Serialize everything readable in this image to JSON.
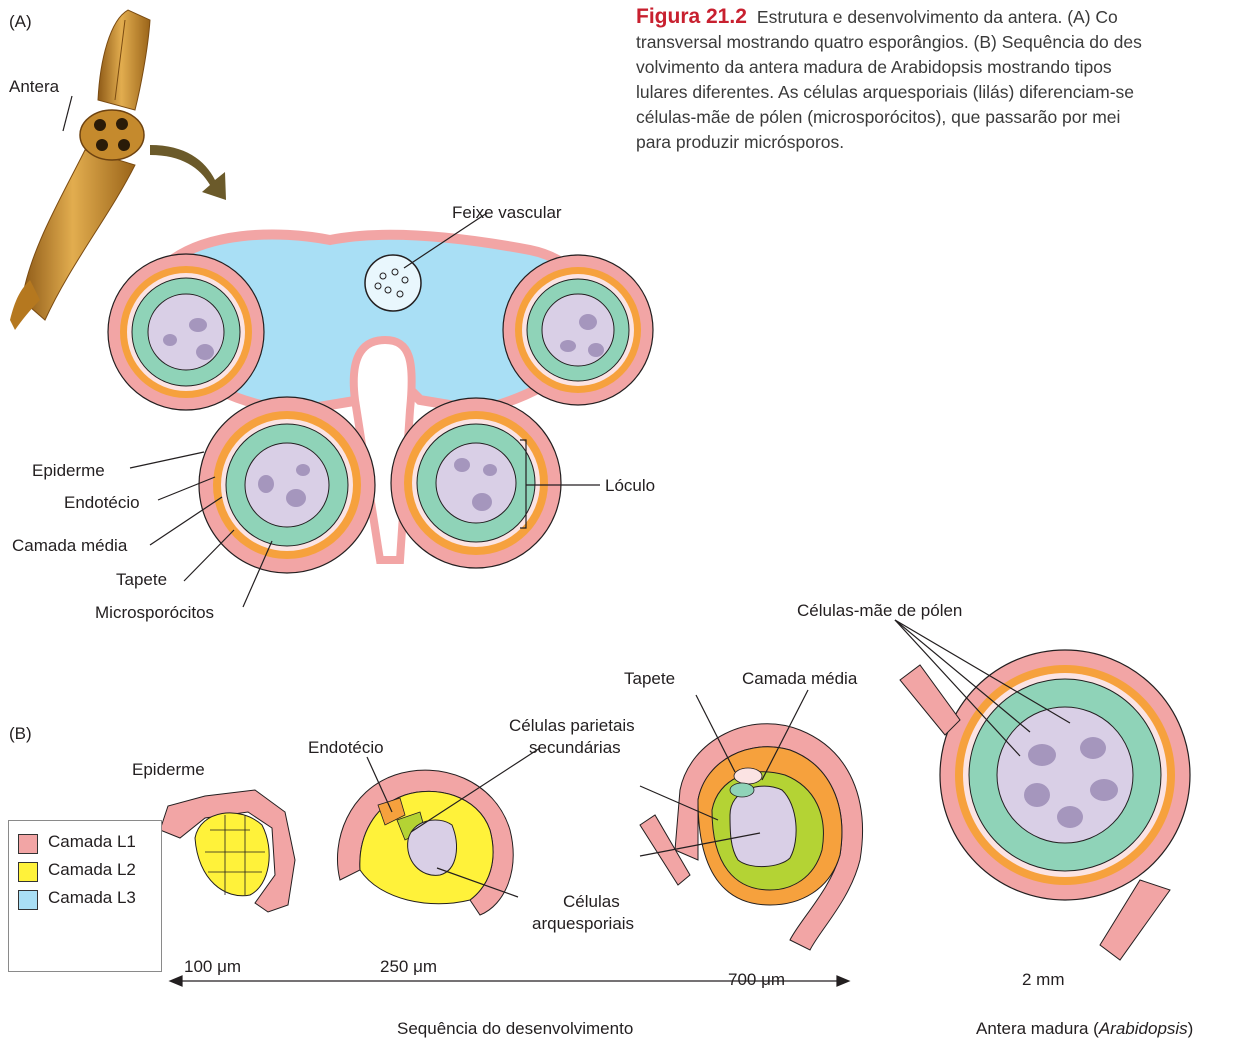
{
  "panels": {
    "a": "(A)",
    "b": "(B)"
  },
  "caption": {
    "figure": "Figura 21.2",
    "lines": [
      "Estrutura e desenvolvimento da antera. (A) Co",
      "transversal mostrando quatro esporângios. (B) Sequência do des",
      "volvimento da antera madura de Arabidopsis mostrando tipos",
      "lulares diferentes. As células arquesporiais (lilás) diferenciam-se",
      "células-mãe de pólen (microsporócitos), que passarão por mei",
      "para produzir micrósporos."
    ]
  },
  "panel_a": {
    "antera": "Antera",
    "feixe_vascular": "Feixe vascular",
    "epiderme": "Epiderme",
    "endotecio": "Endotécio",
    "camada_media": "Camada média",
    "tapete": "Tapete",
    "microsporocitos": "Microsporócitos",
    "loculo": "Lóculo"
  },
  "panel_b": {
    "epiderme": "Epiderme",
    "endotecio": "Endotécio",
    "parietais_1": "Células parietais",
    "parietais_2": "secundárias",
    "arquesporiais_1": "Células",
    "arquesporiais_2": "arquesporiais",
    "tapete": "Tapete",
    "camada_media": "Camada média",
    "celulas_mae": "Células-mãe de pólen",
    "scale_100": "100 μm",
    "scale_250": "250 μm",
    "scale_700": "700 μm",
    "scale_2mm": "2 mm",
    "sequence": "Sequência do desenvolvimento",
    "mature_prefix": "Antera madura (",
    "mature_species": "Arabidopsis",
    "mature_suffix": ")"
  },
  "legend": {
    "items": [
      {
        "label": "Camada L1",
        "color": "#f2a5a5"
      },
      {
        "label": "Camada L2",
        "color": "#fff23a"
      },
      {
        "label": "Camada L3",
        "color": "#a9dff5"
      }
    ]
  },
  "colors": {
    "epidermis": "#f2a5a5",
    "endothecium": "#f6a13d",
    "middle_layer": "#fbe3e3",
    "tapetum": "#8fd3b8",
    "sporocyte": "#d9cfe6",
    "nucleus": "#a596bd",
    "connective": "#a9dff5",
    "l2_yellow": "#fff23a",
    "parietal_green": "#b4d334",
    "arrow": "#6b5a2a",
    "anther_gold": "#c98a2c"
  }
}
